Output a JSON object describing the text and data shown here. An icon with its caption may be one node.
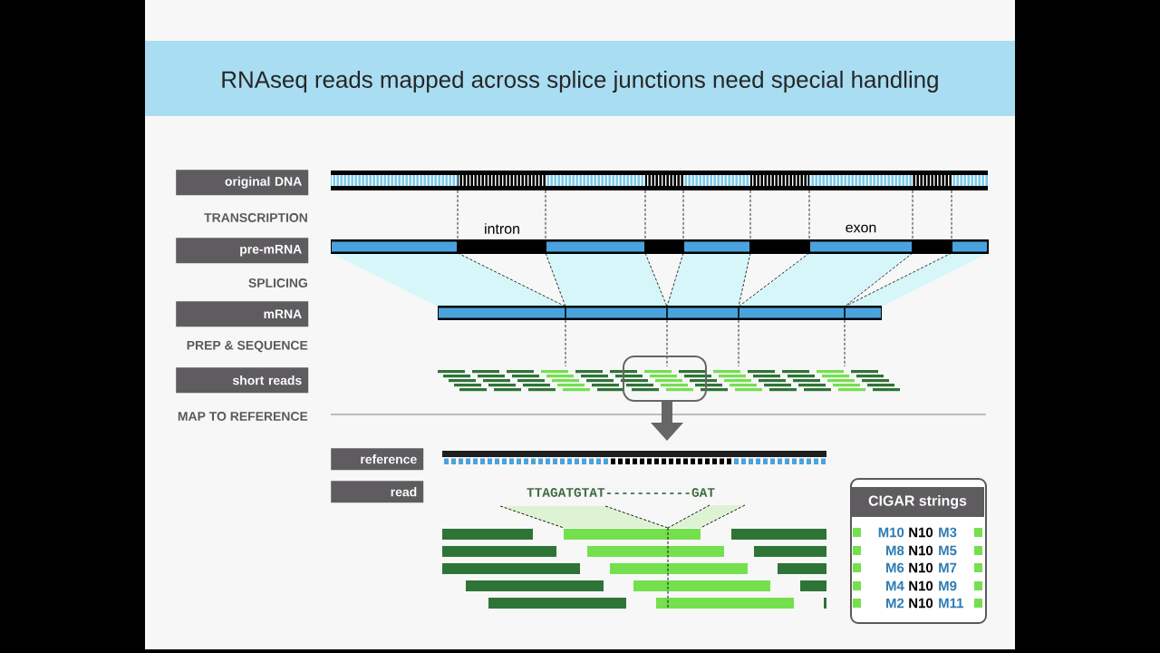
{
  "diagram": {
    "title": "RNAseq reads mapped across splice junctions need special handling",
    "nodes": [
      {
        "text": [
          "original DNA"
        ]
      },
      {
        "text": [
          "pre-mRNA"
        ]
      },
      {
        "text": [
          "mRNA"
        ]
      },
      {
        "text": [
          "short reads"
        ]
      },
      {
        "text": [
          "reference"
        ]
      },
      {
        "text": [
          "read"
        ]
      },
      {
        "text": [
          "CIGAR strings",
          "M10",
          "N10",
          "M3",
          "M8",
          "N10",
          "M5",
          "M6",
          "N10",
          "M7",
          "M4",
          "N10",
          "M9",
          "M2",
          "N10",
          "M11"
        ]
      }
    ],
    "labels": [
      "TRANSCRIPTION",
      "SPLICING",
      "PREP & SEQUENCE",
      "MAP TO REFERENCE",
      "intron",
      "exon",
      "TTAGATGTAT-----------GAT"
    ]
  }
}
